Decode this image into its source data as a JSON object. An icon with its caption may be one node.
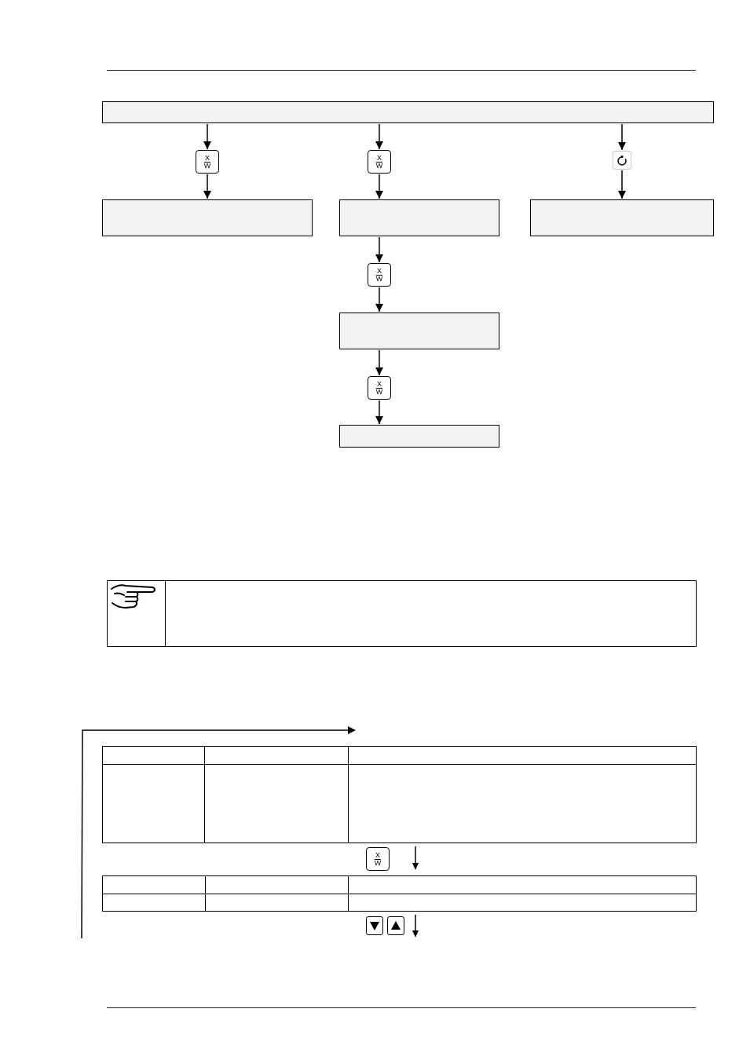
{
  "diagram": {
    "nodes": [
      {
        "text": [],
        "shape": "bar"
      },
      {
        "text": [
          "X",
          "W"
        ]
      },
      {
        "text": [
          "X",
          "W"
        ]
      },
      {
        "text": [],
        "shape": "button"
      },
      {
        "text": [],
        "shape": "box"
      },
      {
        "text": [],
        "shape": "box"
      },
      {
        "text": [],
        "shape": "box"
      },
      {
        "text": [
          "X",
          "W"
        ]
      },
      {
        "text": [],
        "shape": "box"
      },
      {
        "text": [
          "X",
          "W"
        ]
      },
      {
        "text": [],
        "shape": "bar"
      }
    ],
    "edges": [
      {
        "from": 0,
        "to": 1,
        "arrow": "to"
      },
      {
        "from": 1,
        "to": 4,
        "arrow": "to"
      },
      {
        "from": 0,
        "to": 2,
        "arrow": "to"
      },
      {
        "from": 2,
        "to": 5,
        "arrow": "to"
      },
      {
        "from": 0,
        "to": 3,
        "arrow": "to"
      },
      {
        "from": 3,
        "to": 6,
        "arrow": "to"
      },
      {
        "from": 5,
        "to": 7,
        "arrow": "to"
      },
      {
        "from": 7,
        "to": 8,
        "arrow": "to"
      },
      {
        "from": 8,
        "to": 9,
        "arrow": "to"
      },
      {
        "from": 9,
        "to": 10,
        "arrow": "to"
      }
    ],
    "labels": [
      "X",
      "W"
    ]
  }
}
